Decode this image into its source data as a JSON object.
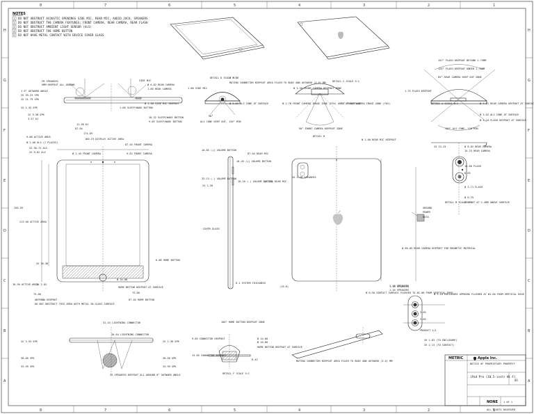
{
  "border": {
    "columns_top": [
      "8",
      "7",
      "6",
      "5",
      "4",
      "3",
      "2",
      "1"
    ],
    "columns_bottom": [
      "8",
      "7",
      "6",
      "5",
      "4",
      "3",
      "2",
      "1"
    ],
    "rows_left": [
      "H",
      "G",
      "F",
      "E",
      "D",
      "C",
      "B",
      "A"
    ],
    "rows_right": [
      "H",
      "G",
      "F",
      "E",
      "D",
      "C",
      "B",
      "A"
    ]
  },
  "notes": {
    "title": "NOTES",
    "items": [
      {
        "num": "1",
        "text": "DO NOT OBSTRUCT ACOUSTIC OPENINGS SIDE MIC, REAR MIC, AUDIO JACK, SPEAKERS"
      },
      {
        "num": "2",
        "text": "DO NOT OBSTRUCT THE CAMERA FEATURES; FRONT CAMERA, REAR CAMERA, REAR FLASH"
      },
      {
        "num": "3",
        "text": "DO NOT OBSTRUCT AMBIENT LIGHT SENSOR (ALS)"
      },
      {
        "num": "4",
        "text": "DO NOT OBSTRUCT THE HOME BUTTON"
      },
      {
        "num": "5",
        "text": "DO NOT HAVE METAL CONTACT WITH DEVICE COVER GLASS"
      }
    ]
  },
  "side_view": {
    "labels": [
      "FM SPEAKERS",
      "5MM KEEPOUT ALL AROUND",
      "1 0° OUTWARD ANGLE",
      "2X 39.23 SPK",
      "2X 21.79 SPK",
      "2X 1.42 SPK",
      "2X 9.38 SPK",
      "3.57 KJ",
      "11.50 KJ",
      "87.04",
      "SIDE MIC",
      "Ø 6.82 REAR CAMERA",
      "1.80 REAR CAMERA",
      "1.80 SLEEP/WAKE BUTTON",
      "Ø 1.60 SIDE MIC KEEPOUT",
      "10.32 SLEEP/WAKE BUTTON",
      "9.05 SLEEP/WAKE BUTTON",
      "1.80 SIDE MIC"
    ]
  },
  "mic_detail": {
    "labels": [
      "DETAIL D SCALE 5:1",
      "Ø 8.50",
      "MATING CONNECTOR KEEPOUT AREA FLUSH TO BODY AND OUTWARD (4.0) MM",
      "Ø 3.02 ALS CONE AT SURFACE",
      "90°",
      "ALS CONE KEEP OUT, 120° MIN"
    ]
  },
  "camera_detail": {
    "labels": [
      "Ø 3.50 FRONT CAMERA KEEPOUT ZONE",
      "DETAIL C SCALE 5:1",
      "Ø 2.78 FRONT CAMERA IMAGE ZONE (FOV) AREA AT SURFACE",
      "77° FRONT CAMERA IMAGE ZONE (FOV)",
      "90° FRONT CAMERA KEEPOUT ZONE"
    ]
  },
  "flash_detail": {
    "labels": [
      "157° FLASH KEEPOUT BEYOND 1.75MM",
      "124° FLASH KEEPOUT UNDER 1.75MM",
      "65° REAR CAMERA KEEP OUT ZONE",
      "1.75 FLASH KEEPOUT",
      "DETAIL A SCALE 5:1",
      "Ø 7.51 REAR CAMERA KEEPOUT AT SURFACE",
      "Ø 3.02 ALS CONE AT SURFACE",
      "Ø 4.10 FLASH KEEPOUT AT SURFACE",
      "150° ALS CONE, 120°MIN"
    ]
  },
  "front_view": {
    "labels": [
      "174.09",
      "160.19 DISPLAY ACTIVE AREA",
      "9.08 ACTIVE AREA",
      "Ø 2.00 ALS (2 PLACES)",
      "2X 36.72 ALS",
      "2X 9.62 ALS",
      "Ø 2.45 FRONT CAMERA",
      "87.04 FRONT CAMERA",
      "9.62 FRONT CAMERA",
      "250.59",
      "213.60 ACTIVE AREA",
      "2X 26.36",
      "2X 2.02",
      "75.00",
      "18.50 ACTIVE AREA",
      "ANTENNA KEEPOUT",
      "DO NOT OBSTRUCT THIS AREA WITH METAL IN GLASS SURFACE",
      "Ø 14.00",
      "HOME BUTTON KEEPOUT AT SURFACE",
      "75.00",
      "87.04 HOME BUTTON",
      "6.86 HOME BUTTON"
    ]
  },
  "side_profile": {
    "labels": [
      "10.85 (+) VOLUME BUTTON",
      "32.13 (-) VOLUME BUTTON",
      "2X 1.20",
      "10.20 (+) VOLUME BUTTON",
      "10.20 (-) VOLUME BUTTON",
      "COVER GLASS",
      "6.1 SYSTEM THICKNESS"
    ]
  },
  "rear_view": {
    "labels": [
      "DETAIL B",
      "Ø 1.00 REAR MIC KEEPOUT",
      "87.04 REAR MIC",
      "2X 1.38 SPEAKERS",
      "(0.23) REAR MIC",
      "Ø 60.05 REAR CAMERA KEEPOUT FOR MAGNETIC MATERIAL",
      "(19.8)",
      "1.16 SPEAKERS",
      "1.16 SPEAKERS"
    ]
  },
  "rear_detail": {
    "labels": [
      "2X 15.23",
      "Ø 8.82 REAR CAMERA",
      "15.23 REAR CAMERA",
      "10.68 FLASH",
      "8.65",
      "Ø 3.71 FLASH",
      "Ø 6.25",
      "KEEPOUT AT 1.4MM ABOVE SURFACE",
      "DETAIL B SCALE 2:1",
      "GROUND",
      "POWER",
      "DATA"
    ]
  },
  "connector_detail": {
    "labels": [
      "Ø 0.50 CONTACT SURFACE FLUSHED TO Ø1.00 FROM VERTICAL EDGE",
      "1.16 SPEAKERS",
      "Ø 3.10 ENCLOSURE OPENING FLUSHED AT Ø1.00 FROM VERTICAL EDGE",
      "3.05",
      "3.05",
      "PRODUCT 1/1",
      "3X 1.63 (TO ENCLOSURE)",
      "3X 2.13 (TO CONTACT)"
    ]
  },
  "bottom_views": {
    "labels": [
      "31.44 LIGHTNING CONNECTOR",
      "2X 3.55 SPK",
      "2X 1.30 SPK",
      "30.60 SPK",
      "33.99 SPK",
      "20.64 LIGHTNING CONNECTOR",
      "30.60 SPK",
      "33.99 SPK",
      "2X SPEAKERS KEEPOUT ALL AROUND 0° OUTWARD ANGLE",
      "100° HOME BUTTON KEEPOUT ZONE",
      "Ø 14.00",
      "Ø 16.00",
      "HOME BUTTON KEEPOUT AT SURFACE",
      "9.85 CONNECTOR KEEPOUT",
      "13.85 CONNECTOR KEEPOUT",
      "8.42",
      "DETAIL F SCALE 5:1",
      "MATING CONNECTOR KEEPOUT AREA FLUSH TO BODY AND OUTWARD (4.0) MM"
    ]
  },
  "title_block": {
    "units": "METRIC",
    "company": "Apple Inc.",
    "confidential": "NOTICE OF PROPRIETARY PROPERTY",
    "product": "iPad Pro (10.5-inch) Wi-Fi",
    "sheet": "01",
    "scale": "NONE",
    "sheet_of": "1 OF 1",
    "rights": "ALL RIGHTS RESERVED",
    "apple_logo_glyph": "apple-logo-icon"
  }
}
